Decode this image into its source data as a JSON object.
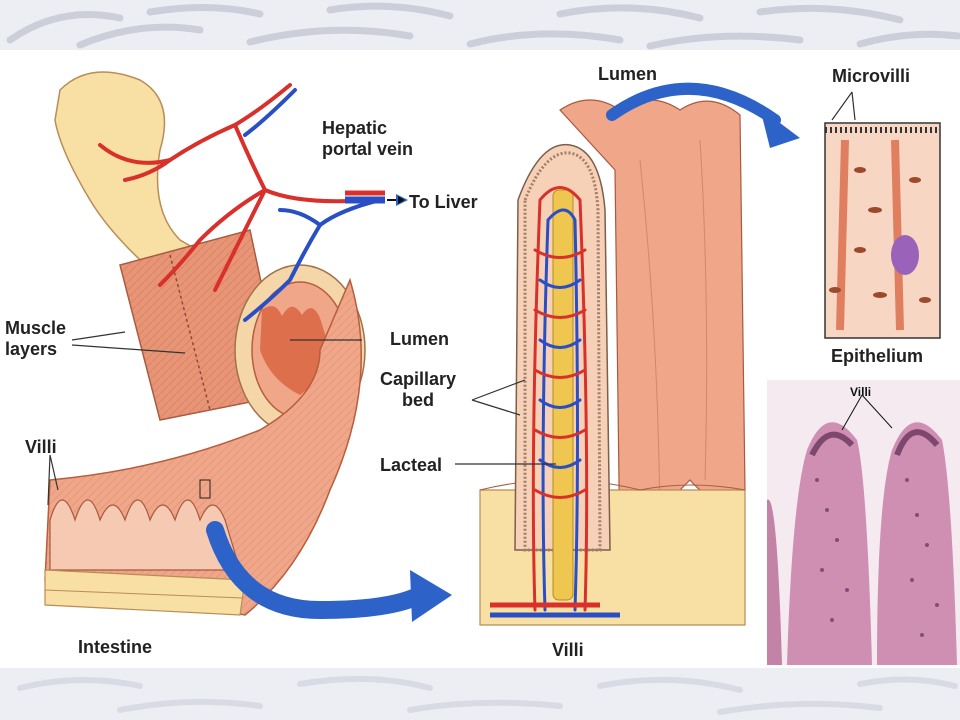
{
  "labels": {
    "hepatic_portal_vein": "Hepatic\nportal vein",
    "to_liver": "To Liver",
    "muscle_layers": "Muscle\nlayers",
    "lumen_intestine": "Lumen",
    "villi_intestine": "Villi",
    "intestine": "Intestine",
    "lumen_villus": "Lumen",
    "capillary_bed": "Capillary\nbed",
    "lacteal": "Lacteal",
    "villi_caption": "Villi",
    "microvilli": "Microvilli",
    "epithelium": "Epithelium",
    "photo_villi": "Villi"
  },
  "colors": {
    "artery": "#d8302a",
    "vein": "#2a4fc4",
    "lacteal": "#efc64f",
    "tissue": "#f0a689",
    "intestine_wall": "#f8dfa4",
    "arrow": "#2d62c9",
    "band": "#eceef3",
    "stain": "#c77fa8"
  }
}
